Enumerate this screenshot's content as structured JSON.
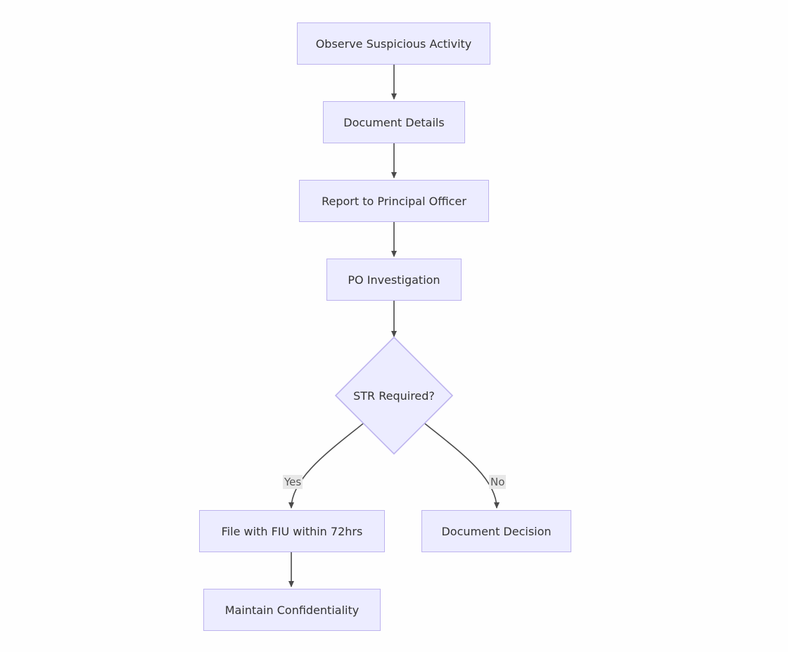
{
  "diagram": {
    "nodes": {
      "observe": "Observe Suspicious Activity",
      "document_details": "Document Details",
      "report": "Report to Principal Officer",
      "investigation": "PO Investigation",
      "decision": "STR Required?",
      "file_fiu": "File with FIU within 72hrs",
      "document_decision": "Document Decision",
      "confidentiality": "Maintain Confidentiality"
    },
    "edge_labels": {
      "yes": "Yes",
      "no": "No"
    },
    "colors": {
      "node_fill": "#ECECFF",
      "node_border": "#BDB3EE",
      "edge": "#4A4A4A",
      "text": "#333333"
    }
  }
}
